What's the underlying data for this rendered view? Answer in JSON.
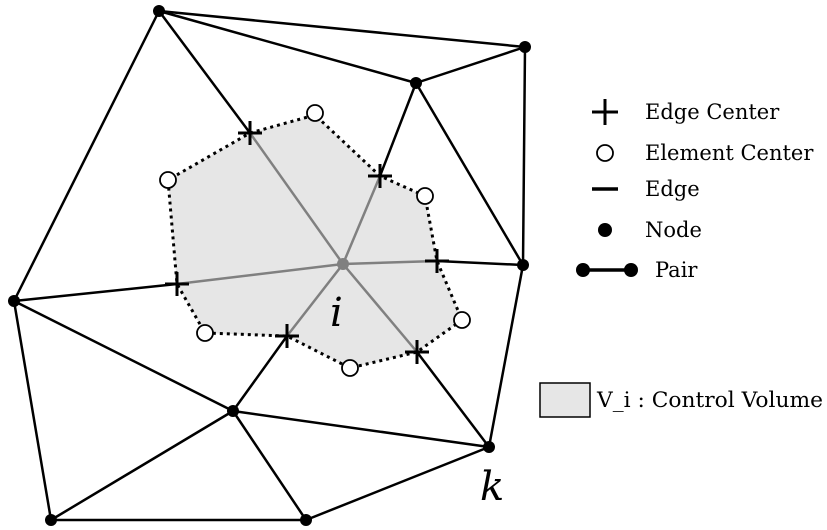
{
  "diagram": {
    "node_labels": {
      "center": "i",
      "corner": "k"
    },
    "legend": {
      "edge_center": "Edge Center",
      "element_center": "Element Center",
      "edge": "Edge",
      "node": "Node",
      "pair": "Pair",
      "control_volume": "V_i : Control Volume"
    },
    "colors": {
      "mesh": "#000000",
      "control_volume_fill": "#e6e6e6",
      "internal_lines": "#808080",
      "center_node": "#808080"
    }
  }
}
